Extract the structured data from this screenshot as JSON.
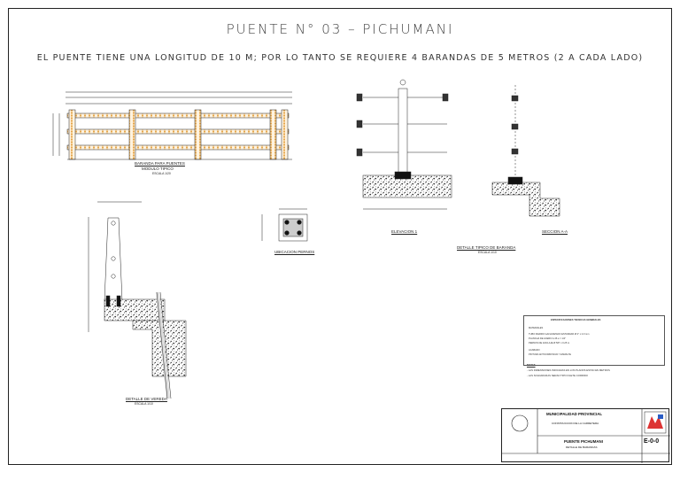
{
  "title": "PUENTE N° 03 – PICHUMANI",
  "subtitle": "EL PUENTE TIENE UNA LONGITUD DE 10 M; POR LO TANTO SE REQUIERE 4 BARANDAS DE 5 METROS (2 A CADA LADO)",
  "drawings": {
    "railing": "BARANDA PARA PUENTES",
    "railing_sub": "MODULO TIPICO",
    "railing_scale": "ESCALA 1/20",
    "sidewalk": "DETALLE DE VEREDA",
    "sidewalk_scale": "ESCALA 1/10",
    "bolts": "UBICACION PERNOS",
    "elevation": "ELEVACION 1",
    "section": "SECCION A-A",
    "typical": "DETALLE TIPICO DE BARANDA",
    "typical_scale": "ESCALA 1/10"
  },
  "notes": {
    "header": "ESPECIFICACIONES TECNICAS GENERALES",
    "rows": [
      "MATERIALES",
      "TUBO FIERRO GALVANIZADO ESTANDAR  Ø 2\" x 2.0 mm",
      "PLANCHA DE ACERO A-36  e = 1/4\"",
      "PERNOS DE ANCLAJE  Ø 5/8\" x 0.25 m",
      "ACABADO",
      "PINTURA ANTICORROSIVA Y ESMALTE"
    ]
  },
  "general_notes": {
    "header": "NOTAS",
    "items": [
      "- LAS DIMENSIONES INDICADAS EN LOS PLANOS ESTAN EN METROS",
      "- LAS SOLDADURAS SERAN TIPO FILETE CORRIDO"
    ]
  },
  "title_block": {
    "org": "MUNICIPALIDAD PROVINCIAL",
    "project": "CONSTRUCCION DE LA CARRETERA",
    "sheet_title": "PUENTE PICHUMANI",
    "sheet_sub": "DETALLE DE BARANDAS",
    "code": "E-0-0"
  }
}
